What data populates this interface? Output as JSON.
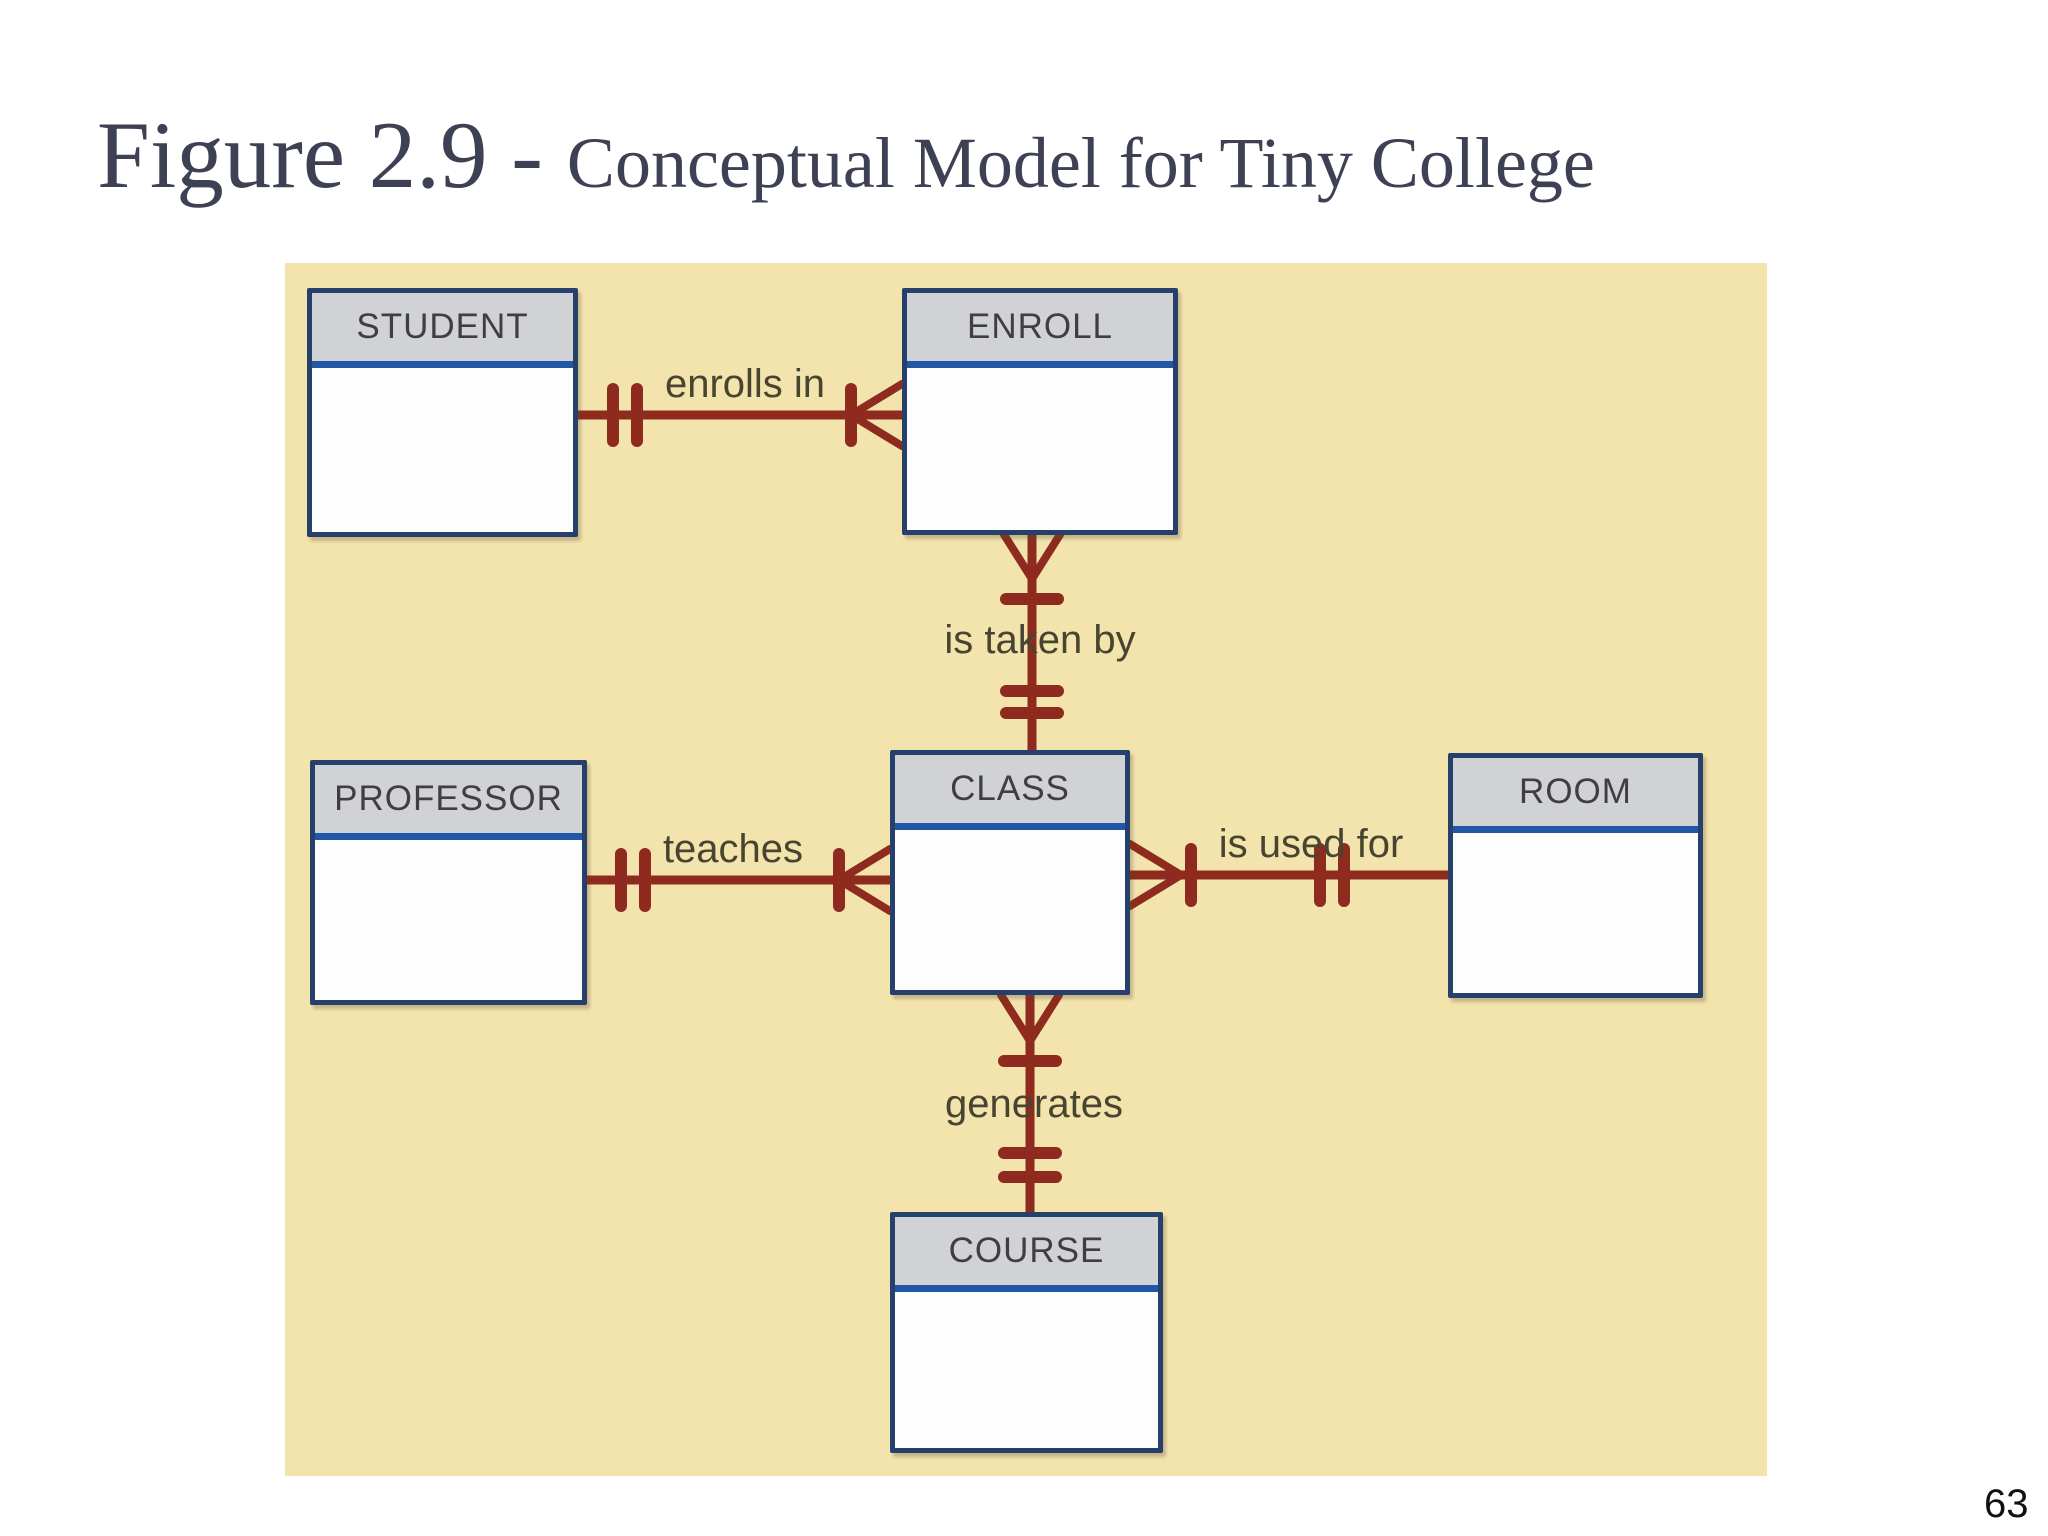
{
  "slide": {
    "title_prefix": "Figure 2.9 -",
    "title_main": "Conceptual Model for Tiny College",
    "page_number": "63"
  },
  "diagram": {
    "type": "entity-relationship-diagram",
    "notation": "crows-foot",
    "entities": [
      {
        "name": "STUDENT"
      },
      {
        "name": "ENROLL"
      },
      {
        "name": "PROFESSOR"
      },
      {
        "name": "CLASS"
      },
      {
        "name": "ROOM"
      },
      {
        "name": "COURSE"
      }
    ],
    "relationships": [
      {
        "label": "enrolls in",
        "one_entity": "STUDENT",
        "many_entity": "ENROLL",
        "one_notation": "one and only one (||)",
        "many_notation": "one or many (|<)"
      },
      {
        "label": "is taken by",
        "one_entity": "CLASS",
        "many_entity": "ENROLL",
        "one_notation": "one and only one (||)",
        "many_notation": "one or many (|<)"
      },
      {
        "label": "teaches",
        "one_entity": "PROFESSOR",
        "many_entity": "CLASS",
        "one_notation": "one and only one (||)",
        "many_notation": "one or many (|<)"
      },
      {
        "label": "is used for",
        "one_entity": "ROOM",
        "many_entity": "CLASS",
        "one_notation": "one and only one (||)",
        "many_notation": "one or many (|<)"
      },
      {
        "label": "generates",
        "one_entity": "COURSE",
        "many_entity": "CLASS",
        "one_notation": "one and only one (||)",
        "many_notation": "one or many (|<)"
      }
    ]
  },
  "colors": {
    "page_bg": "#ffffff",
    "title_text": "#3d4153",
    "diagram_bg": "#f3e4ad",
    "entity_border": "#24406b",
    "entity_header_bg": "#d0d2d6",
    "entity_divider": "#2157a6",
    "entity_body_bg": "#fdfdfe",
    "entity_text": "#3f3f3f",
    "relationship_line": "#8e2a1e",
    "relationship_label": "#474430",
    "page_number": "#111111"
  }
}
